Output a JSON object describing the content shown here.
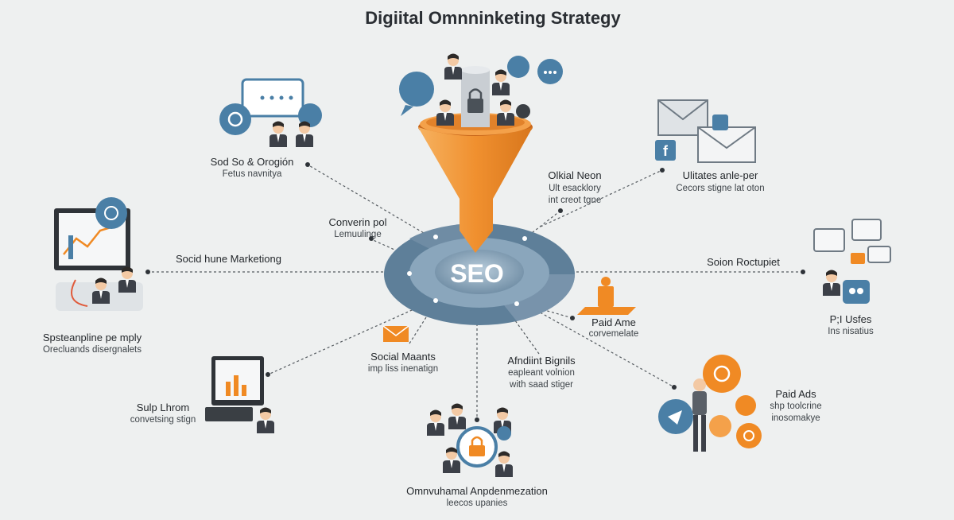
{
  "title": "Digiital Omnninketing Strategy",
  "center_label": "SEO",
  "colors": {
    "background": "#eef0f0",
    "hub_dark": "#5e7f99",
    "hub_light": "#a9c1d3",
    "funnel_orange": "#f0902f",
    "icon_blue": "#4a7fa6",
    "accent_orange": "#f08a24",
    "line": "#555b60"
  },
  "nodes": [
    {
      "title": "Sod So & Orogión",
      "subtitle": "Fetus navnitya"
    },
    {
      "title": "Converin pol",
      "subtitle": "Lemuulinge"
    },
    {
      "title": "Olkial Neon",
      "subtitle": "Ult esacklory",
      "extra": "int creot tgne"
    },
    {
      "title": "Ulitates anle-per",
      "subtitle": "Cecors stigne lat oton"
    },
    {
      "title": "Socid hune Marketiong",
      "subtitle": ""
    },
    {
      "title": "Soion Roctupiet",
      "subtitle": ""
    },
    {
      "title": "Spsteanpline pe mply",
      "subtitle": "Orecluands disergnalets"
    },
    {
      "title": "Paid Ame",
      "subtitle": "corvemelate"
    },
    {
      "title": "P;I Usfes",
      "subtitle": "Ins nisatius"
    },
    {
      "title": "Social Maants",
      "subtitle": "imp liss inenatign"
    },
    {
      "title": "Afndiint Bignils",
      "subtitle": "eapleant volnion",
      "extra": "with saad stiger"
    },
    {
      "title": "Sulp Lhrom",
      "subtitle": "convetsing stign"
    },
    {
      "title": "Paid Ads",
      "subtitle": "shp toolcrine",
      "extra": "inosomakye"
    },
    {
      "title": "Omnvuhamal Anpdenmezation",
      "subtitle": "leecos upanies"
    }
  ]
}
